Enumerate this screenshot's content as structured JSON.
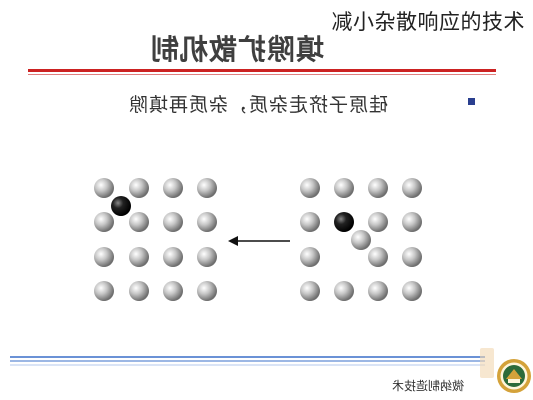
{
  "caption": "减小杂散响应的技术",
  "slide": {
    "title": "填隙扩散机制",
    "bullet": "硅原子挤走杂质，杂质再填隙",
    "footer": "微纳制造技术"
  },
  "lattice": {
    "left_atoms": 16,
    "right_atoms": 16,
    "arrow_direction": "left",
    "colors": {
      "atom": "#c8c8c8",
      "impurity": "#111111",
      "arrow": "#111111"
    }
  },
  "colors": {
    "title_rule": "#cc2222",
    "bottom_rule": "#3a6fc8",
    "bullet": "#2a3f8f",
    "logo_gold": "#d4a23a",
    "logo_green": "#2d6b3a"
  }
}
